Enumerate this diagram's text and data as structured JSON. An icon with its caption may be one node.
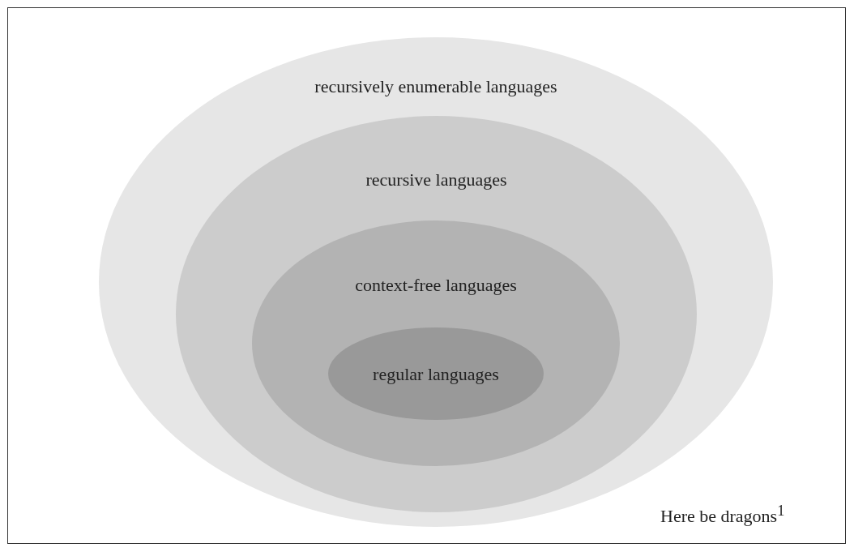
{
  "diagram": {
    "nodes": [
      {
        "text": [
          "recursively enumerable languages"
        ]
      },
      {
        "text": [
          "recursive languages"
        ],
        "in": 0
      },
      {
        "text": [
          "context-free languages"
        ],
        "in": 1
      },
      {
        "text": [
          "regular languages"
        ],
        "in": 2
      }
    ],
    "labels": [
      "Here be dragons$^{1}$"
    ]
  }
}
